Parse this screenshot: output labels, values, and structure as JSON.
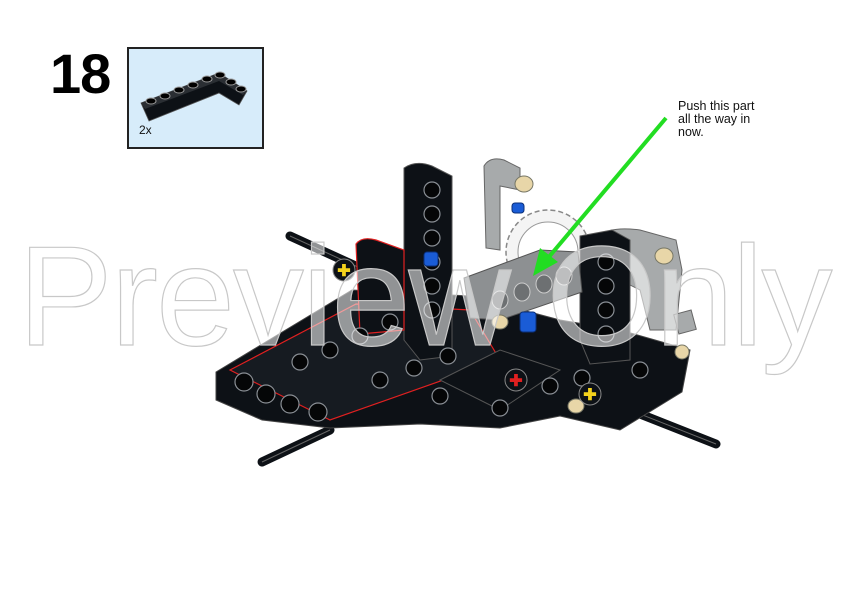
{
  "step": {
    "number": "18"
  },
  "parts_callout": {
    "quantity": "2x",
    "part_icon": "bent-liftarm-icon",
    "background": "#d7ecfa"
  },
  "annotation": {
    "text": "Push this part\nall the way in\nnow.",
    "arrow_color": "#22dd22"
  },
  "watermark": {
    "text": "Preview Only"
  },
  "colors": {
    "model_black": "#0d1116",
    "model_grey": "#a7aaab",
    "accent_red": "#e02020",
    "accent_yellow": "#f3d21c",
    "accent_blue": "#1a5cd6",
    "accent_tan": "#e8d6a8"
  }
}
